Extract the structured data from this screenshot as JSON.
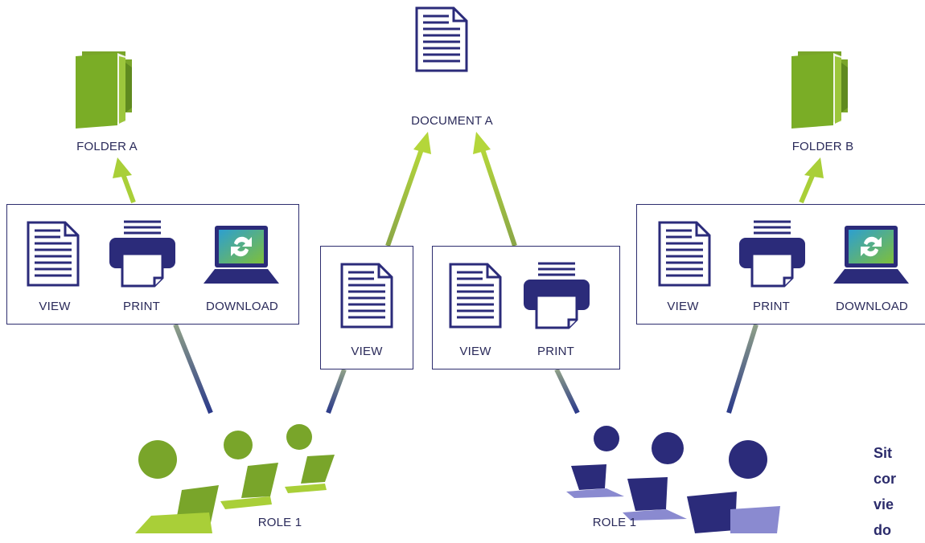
{
  "colors": {
    "green": "#79a52a",
    "light_green": "#a9cf38",
    "navy": "#2b2b7a",
    "purple_light": "#8a8ad0",
    "border": "#2d2d6e"
  },
  "targets": {
    "folder_a": "FOLDER A",
    "document_a": "DOCUMENT A",
    "folder_b": "FOLDER B"
  },
  "permission_groups": {
    "group1": {
      "view": "VIEW",
      "print": "PRINT",
      "download": "DOWNLOAD"
    },
    "group2": {
      "view": "VIEW"
    },
    "group3": {
      "view": "VIEW",
      "print": "PRINT"
    },
    "group4": {
      "view": "VIEW",
      "print": "PRINT",
      "download": "DOWNLOAD"
    }
  },
  "roles": {
    "left": "ROLE 1",
    "right": "ROLE 1"
  },
  "caption": {
    "line1": "Sit",
    "line2": "cor",
    "line3": "vie",
    "line4": "do"
  }
}
